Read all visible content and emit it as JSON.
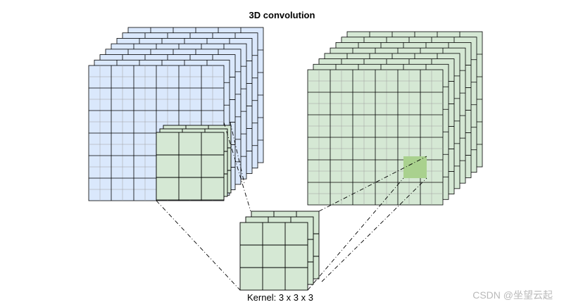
{
  "title": "3D convolution",
  "kernel_label": "Kernel: 3 x 3 x 3",
  "watermark": "CSDN @坐望云起",
  "colors": {
    "input_fill": "#dae8fc",
    "output_fill": "#d5e8d4",
    "kernel_fill": "#d5e8d4",
    "highlight_fill": "#a9d18e",
    "grid_stroke": "#000000",
    "fine_grid_stroke": "#a0a0a0",
    "connector_stroke": "#000000"
  },
  "input_volume": {
    "grid": 6,
    "depth_layers": 8
  },
  "output_volume": {
    "grid": 6,
    "depth_layers": 8
  },
  "kernel": {
    "grid": 3,
    "depth_layers": 3
  }
}
